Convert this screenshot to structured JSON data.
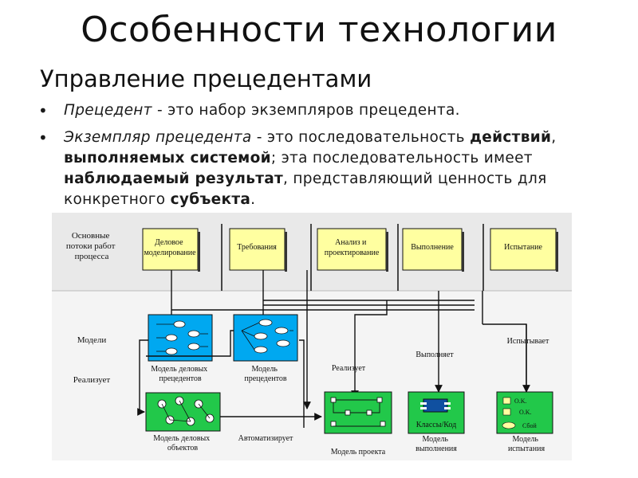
{
  "slide": {
    "title": "Особенности технологии",
    "subtitle": "Управление прецедентами",
    "bullet1": {
      "term": "Прецедент",
      "rest": " - это набор экземпляров прецедента."
    },
    "bullet2": {
      "term": "Экземпляр прецедента",
      "text1": " - это последовательность ",
      "bold1": "действий",
      "text2": ", ",
      "bold2": "выполняемых системой",
      "text3": "; эта последовательность имеет ",
      "bold3": "наблюдаемый результат",
      "text4": ", представляющий ценность для конкретного ",
      "bold4": "субъекта",
      "text5": "."
    }
  },
  "diagram": {
    "row_labels": {
      "workflows": [
        "Основные",
        "потоки работ",
        "процесса"
      ],
      "models": "Модели",
      "realizes": "Реализует"
    },
    "workflows": [
      [
        "Деловое",
        "моделирование"
      ],
      [
        "Требования"
      ],
      [
        "Анализ и",
        "проектирование"
      ],
      [
        "Выполнение"
      ],
      [
        "Испытание"
      ]
    ],
    "models": {
      "business_use_case": [
        "Модель деловых",
        "прецедентов"
      ],
      "use_case": [
        "Модель",
        "прецедентов"
      ],
      "business_object": [
        "Модель деловых",
        "объектов"
      ],
      "design": "Модель проекта",
      "implementation": [
        "Модель",
        "выполнения"
      ],
      "test": [
        "Модель",
        "испытания"
      ]
    },
    "relation_labels": {
      "automates": "Автоматизирует",
      "realizes": "Реализует",
      "implements": "Выполняет",
      "tests": "Испытывает"
    },
    "box_texts": {
      "classes": "Классы/Код",
      "ok1": "O.K.",
      "ok2": "O.K.",
      "fail": "Сбой"
    },
    "colors": {
      "workflow_box": "#ffffa0",
      "blue_model": "#00a8f0",
      "green_model": "#22c84a",
      "background": "#f4f4f4",
      "dark_blue": "#1050a0"
    }
  }
}
